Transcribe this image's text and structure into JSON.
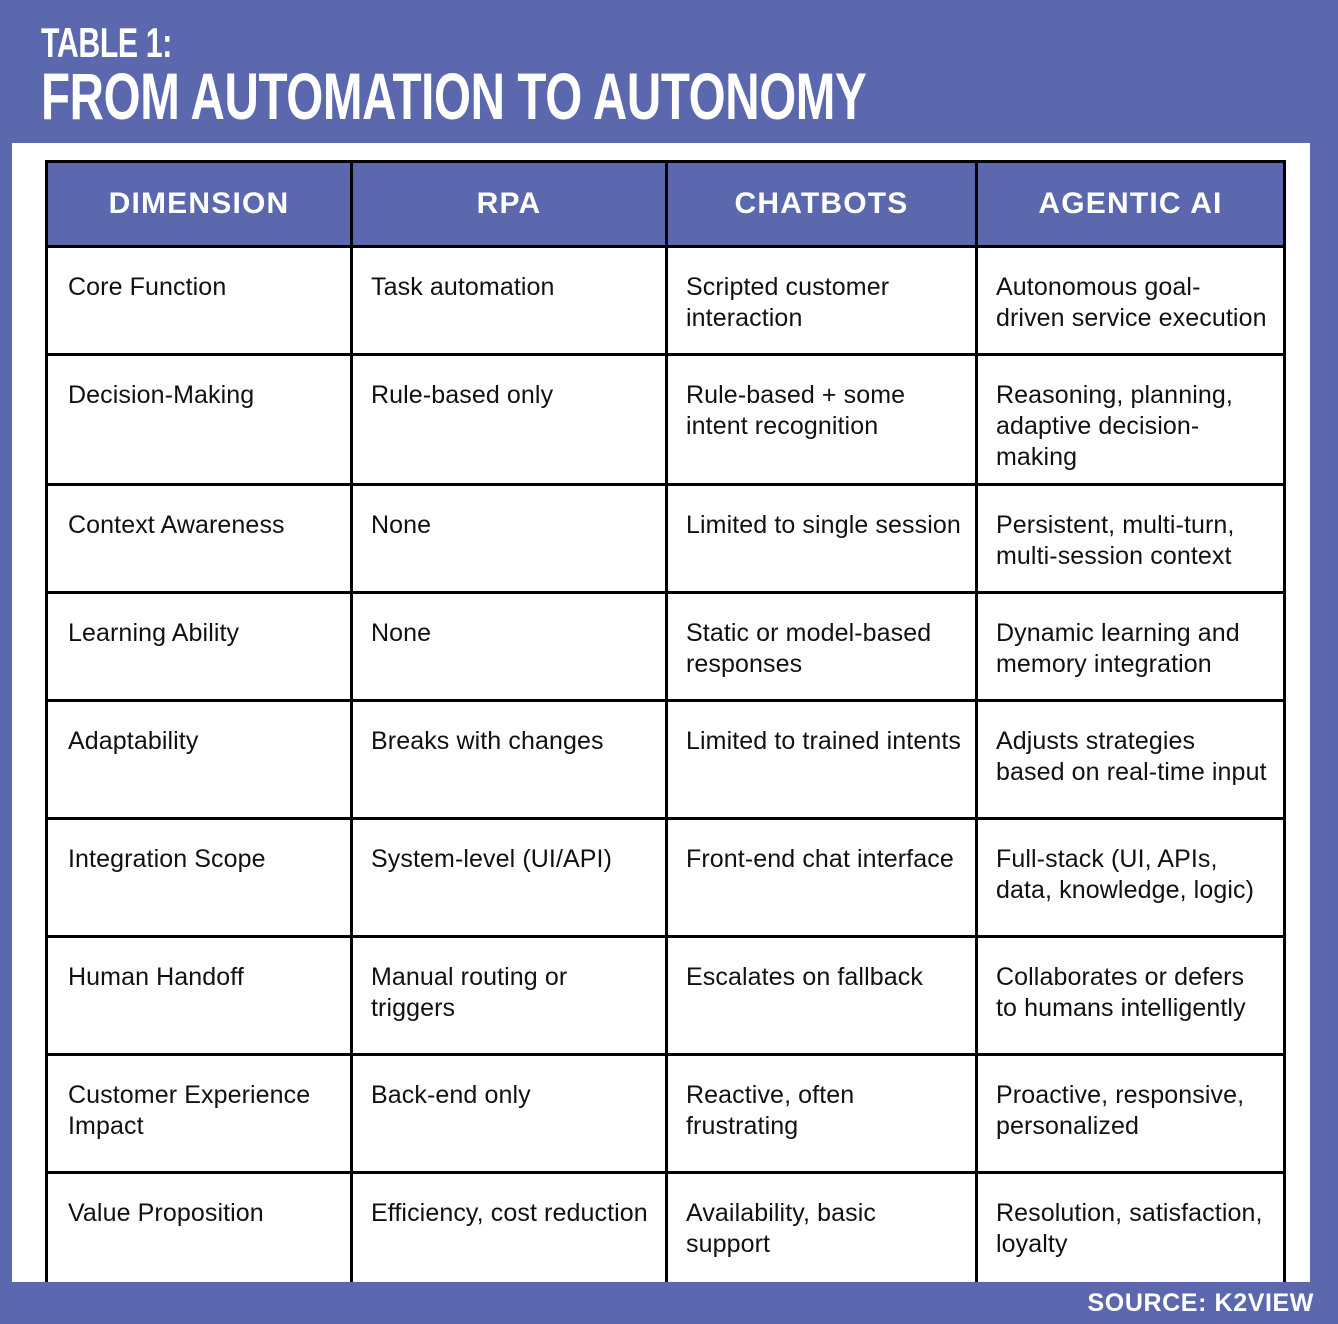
{
  "header": {
    "eyebrow": "TABLE 1:",
    "title": "FROM AUTOMATION TO AUTONOMY"
  },
  "footer": {
    "source": "SOURCE: K2VIEW"
  },
  "colors": {
    "brand_purple": "#5c68ad",
    "header_text": "#ffffff",
    "table_border": "#000000",
    "body_text": "#111111",
    "panel_background": "#ffffff"
  },
  "table": {
    "columns": [
      "DIMENSION",
      "RPA",
      "CHATBOTS",
      "AGENTIC AI"
    ],
    "rows": [
      {
        "dimension": "Core Function",
        "rpa": "Task automation",
        "chatbots": "Scripted customer interaction",
        "agentic_ai": "Autonomous goal-driven service execution"
      },
      {
        "dimension": "Decision-Making",
        "rpa": "Rule-based only",
        "chatbots": "Rule-based + some intent recognition",
        "agentic_ai": "Reasoning, planning, adaptive decision-making"
      },
      {
        "dimension": "Context Awareness",
        "rpa": "None",
        "chatbots": "Limited to single session",
        "agentic_ai": "Persistent, multi-turn, multi-session context"
      },
      {
        "dimension": "Learning Ability",
        "rpa": "None",
        "chatbots": "Static or model-based responses",
        "agentic_ai": "Dynamic learning and memory integration"
      },
      {
        "dimension": "Adaptability",
        "rpa": "Breaks with changes",
        "chatbots": "Limited to trained intents",
        "agentic_ai": "Adjusts strategies based on real-time input"
      },
      {
        "dimension": "Integration Scope",
        "rpa": "System-level (UI/API)",
        "chatbots": "Front-end chat interface",
        "agentic_ai": "Full-stack (UI, APIs, data, knowledge, logic)"
      },
      {
        "dimension": "Human Handoff",
        "rpa": "Manual routing or triggers",
        "chatbots": "Escalates on fallback",
        "agentic_ai": "Collaborates or defers to humans intelligently"
      },
      {
        "dimension": "Customer Experience Impact",
        "rpa": "Back-end only",
        "chatbots": "Reactive, often frustrating",
        "agentic_ai": "Proactive, responsive, personalized"
      },
      {
        "dimension": "Value Proposition",
        "rpa": "Efficiency, cost reduction",
        "chatbots": "Availability, basic support",
        "agentic_ai": "Resolution, satisfaction, loyalty"
      }
    ]
  }
}
